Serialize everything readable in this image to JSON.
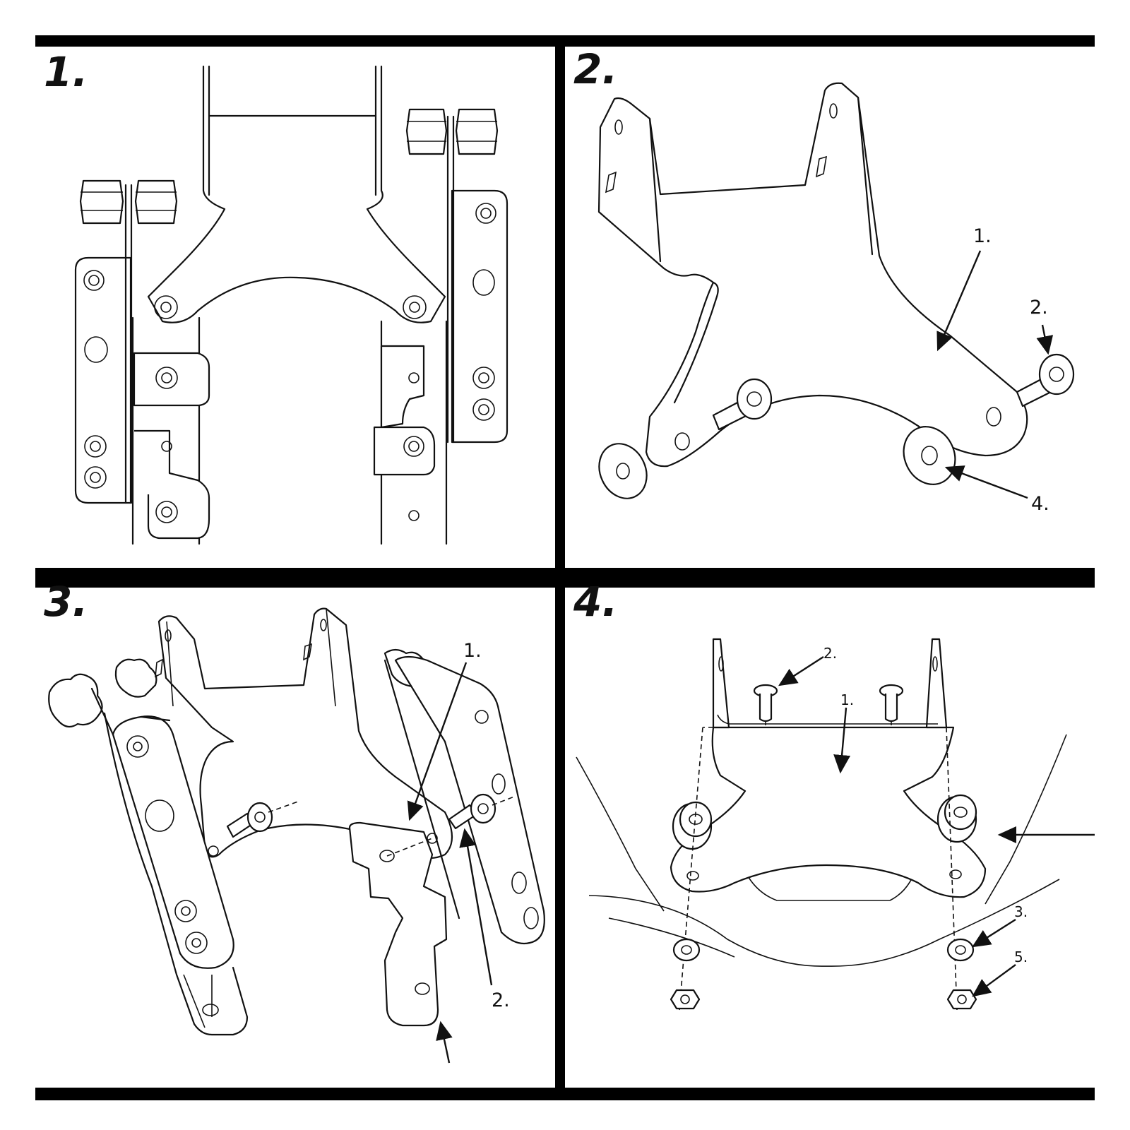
{
  "panels": [
    {
      "step": "1.",
      "callouts": []
    },
    {
      "step": "2.",
      "callouts": [
        "1.",
        "2.",
        "4."
      ]
    },
    {
      "step": "3.",
      "callouts": [
        "1.",
        "2."
      ]
    },
    {
      "step": "4.",
      "callouts": [
        "2.",
        "1.",
        "3.",
        "5."
      ]
    }
  ],
  "colors": {
    "frame": "#000000",
    "background": "#ffffff",
    "ink": "#111111"
  }
}
